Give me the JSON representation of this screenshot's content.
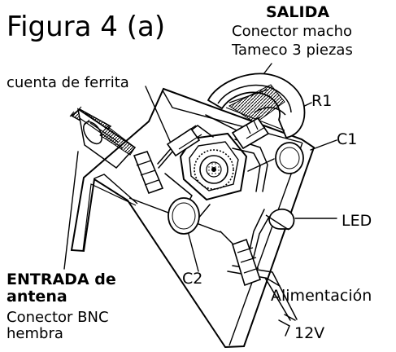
{
  "figure": {
    "title": "Figura 4 (a)"
  },
  "labels": {
    "salida_title": "SALIDA",
    "salida_line_1": "Conector macho",
    "salida_line_2": "Tameco 3 piezas",
    "ferrita": "cuenta de ferrita",
    "r1": "R1",
    "c1": "C1",
    "led": "LED",
    "c2": "C2",
    "entrada_line_1": "ENTRADA de",
    "entrada_line_2": "antena",
    "entrada_sub_1": "Conector BNC",
    "entrada_sub_2": "hembra",
    "power": "Alimentación",
    "voltage": "12V"
  },
  "colors": {
    "ink": "#000000",
    "paper": "#ffffff"
  }
}
